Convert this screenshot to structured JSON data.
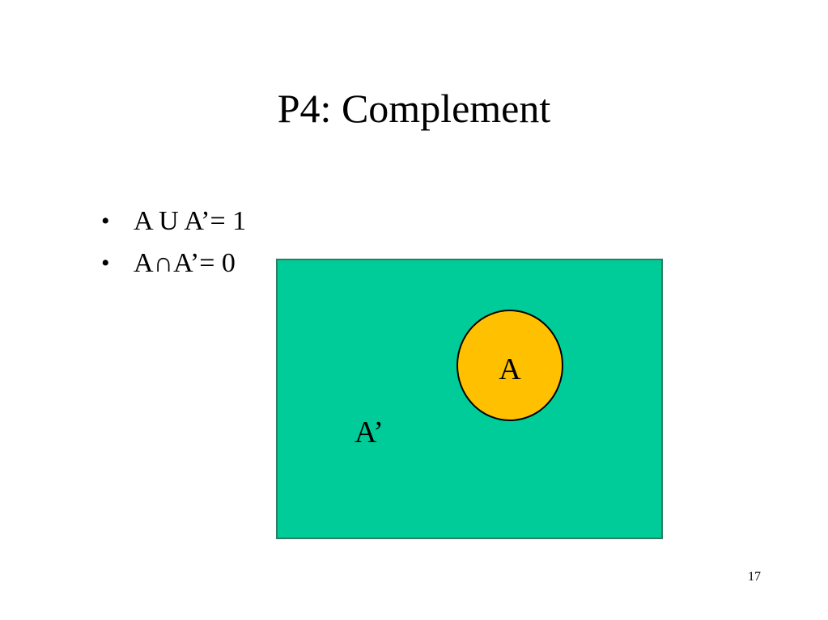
{
  "slide": {
    "title": "P4: Complement",
    "bullets": [
      {
        "text": "A U A’= 1"
      },
      {
        "text": "A∩A’= 0"
      }
    ],
    "bullet_glyph": "•",
    "diagram": {
      "universe_label": "A’",
      "set_label": "A",
      "universe_color": "#00CC99",
      "set_color": "#FFC000",
      "outline_color": "#000000"
    },
    "page_number": "17"
  }
}
